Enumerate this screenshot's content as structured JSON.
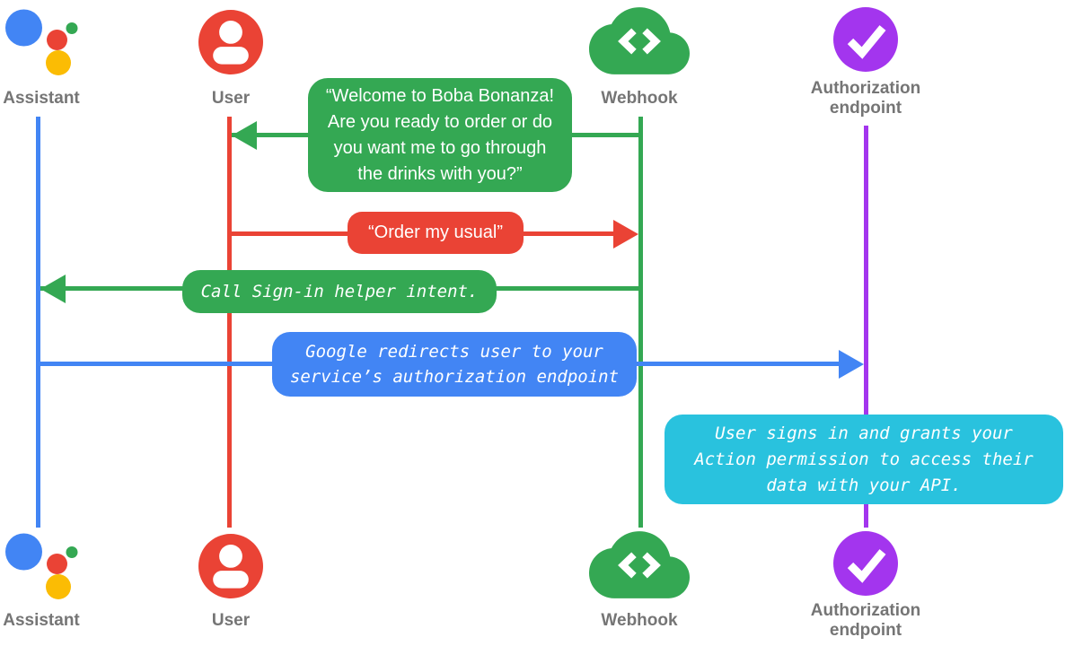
{
  "colors": {
    "blue": "#4285F4",
    "red": "#EA4335",
    "green": "#34A853",
    "yellow": "#FBBC04",
    "purple": "#A335EE",
    "cyan": "#29C2DE",
    "label_gray": "#757575"
  },
  "actors": {
    "assistant": {
      "label": "Assistant",
      "icon": "google-assistant-logo"
    },
    "user": {
      "label": "User",
      "icon": "person-circle-icon"
    },
    "webhook": {
      "label": "Webhook",
      "icon": "cloud-code-icon"
    },
    "auth": {
      "label_line1": "Authorization",
      "label_line2": "endpoint",
      "icon": "check-circle-icon"
    }
  },
  "messages": {
    "welcome": {
      "text": "“Welcome to Boba Bonanza! Are you ready to order or do you want me to go through the drinks with you?”",
      "from": "Webhook",
      "to": "User"
    },
    "order": {
      "text": "“Order my usual”",
      "from": "User",
      "to": "Webhook"
    },
    "signin": {
      "text": "Call Sign-in helper intent.",
      "from": "Webhook",
      "to": "Assistant"
    },
    "redirect": {
      "text": "Google redirects user to your service’s authorization endpoint",
      "from": "Assistant",
      "to": "Authorization endpoint"
    },
    "grant": {
      "text": "User signs in and grants your Action permission to access their data with your API.",
      "note_on": "Authorization endpoint"
    }
  }
}
